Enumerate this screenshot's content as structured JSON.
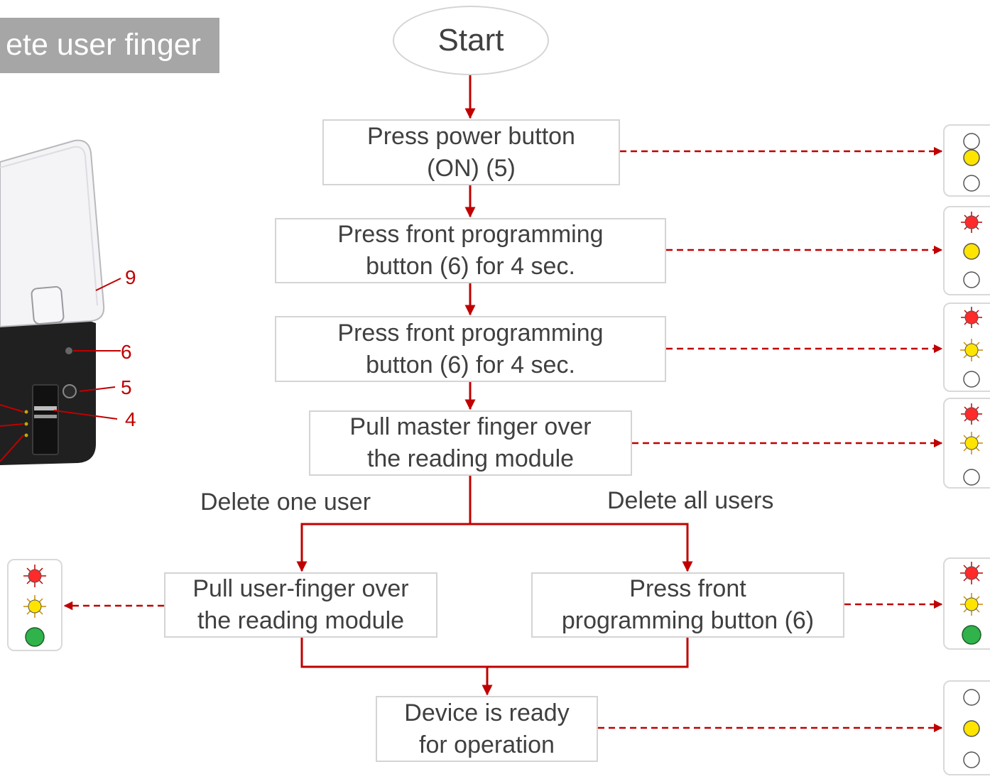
{
  "title": "ete user finger",
  "start": "Start",
  "steps": {
    "power": "Press power button\n(ON) (5)",
    "prog1": "Press front programming\nbutton (6) for 4 sec.",
    "prog2": "Press front programming\nbutton (6) for 4 sec.",
    "master": "Pull master finger over\nthe reading module",
    "user_finger": "Pull user-finger over\nthe reading module",
    "press_front": "Press front\nprogramming button (6)",
    "ready": "Device is ready\nfor operation"
  },
  "branches": {
    "one": "Delete one user",
    "all": "Delete all users"
  },
  "device_callouts": [
    "9",
    "6",
    "5",
    "4"
  ],
  "colors": {
    "arrow": "#c00000",
    "red_led": "#ff2a2a",
    "yellow_led": "#ffe400",
    "green_led": "#2fb34a",
    "title_bg": "#a6a6a6"
  }
}
